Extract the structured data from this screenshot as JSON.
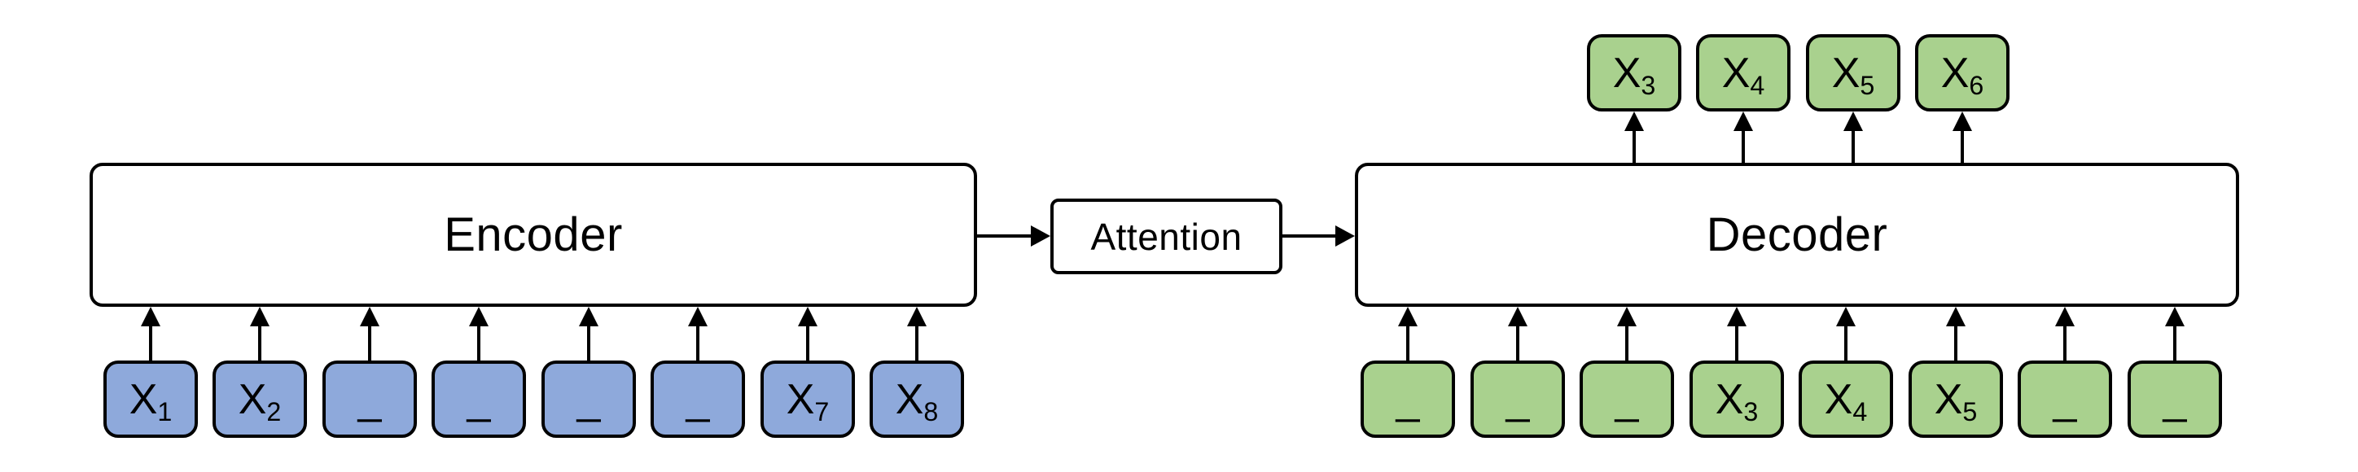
{
  "colors": {
    "token_blue": "#8EA9DB",
    "token_green": "#A9D18E",
    "line_black": "#000000",
    "box_white": "#FFFFFF"
  },
  "blocks": {
    "encoder": {
      "label": "Encoder"
    },
    "attention": {
      "label": "Attention"
    },
    "decoder": {
      "label": "Decoder"
    }
  },
  "encoder_inputs": {
    "tokens": [
      {
        "base": "X",
        "sub": "1"
      },
      {
        "base": "X",
        "sub": "2"
      },
      {
        "base": "_",
        "sub": ""
      },
      {
        "base": "_",
        "sub": ""
      },
      {
        "base": "_",
        "sub": ""
      },
      {
        "base": "_",
        "sub": ""
      },
      {
        "base": "X",
        "sub": "7"
      },
      {
        "base": "X",
        "sub": "8"
      }
    ]
  },
  "decoder_inputs": {
    "tokens": [
      {
        "base": "_",
        "sub": ""
      },
      {
        "base": "_",
        "sub": ""
      },
      {
        "base": "_",
        "sub": ""
      },
      {
        "base": "X",
        "sub": "3"
      },
      {
        "base": "X",
        "sub": "4"
      },
      {
        "base": "X",
        "sub": "5"
      },
      {
        "base": "_",
        "sub": ""
      },
      {
        "base": "_",
        "sub": ""
      }
    ]
  },
  "decoder_outputs": {
    "tokens": [
      {
        "base": "X",
        "sub": "3"
      },
      {
        "base": "X",
        "sub": "4"
      },
      {
        "base": "X",
        "sub": "5"
      },
      {
        "base": "X",
        "sub": "6"
      }
    ]
  }
}
